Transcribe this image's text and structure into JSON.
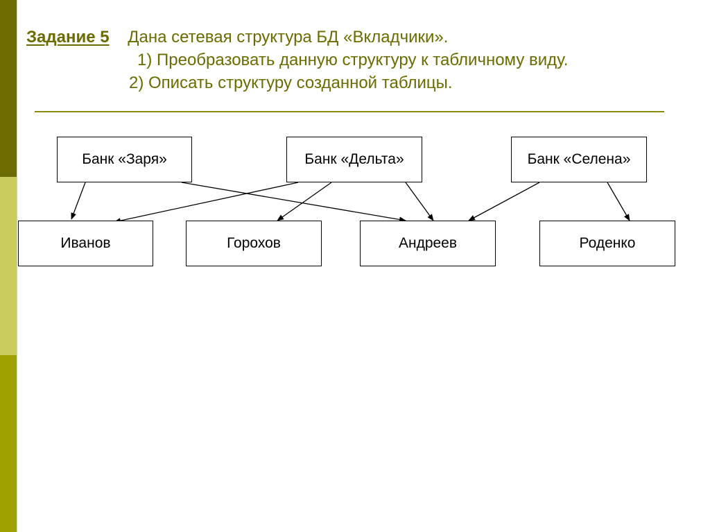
{
  "title": {
    "task_label": "Задание 5",
    "line1": "Дана сетевая структура БД «Вкладчики».",
    "line2": "1) Преобразовать данную структуру к табличному виду.",
    "line3": "2) Описать структуру созданной таблицы."
  },
  "banks": [
    {
      "label": "Банк «Заря»"
    },
    {
      "label": "Банк «Дельта»"
    },
    {
      "label": "Банк «Селена»"
    }
  ],
  "depositors": [
    {
      "label": "Иванов"
    },
    {
      "label": "Горохов"
    },
    {
      "label": "Андреев"
    },
    {
      "label": "Роденко"
    }
  ],
  "links": [
    {
      "from": "Банк «Заря»",
      "to": "Иванов"
    },
    {
      "from": "Банк «Заря»",
      "to": "Андреев"
    },
    {
      "from": "Банк «Дельта»",
      "to": "Иванов"
    },
    {
      "from": "Банк «Дельта»",
      "to": "Горохов"
    },
    {
      "from": "Банк «Дельта»",
      "to": "Андреев"
    },
    {
      "from": "Банк «Селена»",
      "to": "Андреев"
    },
    {
      "from": "Банк «Селена»",
      "to": "Роденко"
    }
  ],
  "colors": {
    "title_text": "#6b6b00",
    "sidebar_dark": "#6b6b00",
    "sidebar_light": "#c9cc5c",
    "sidebar_mid": "#a0a000",
    "rule": "#8a8a10"
  }
}
